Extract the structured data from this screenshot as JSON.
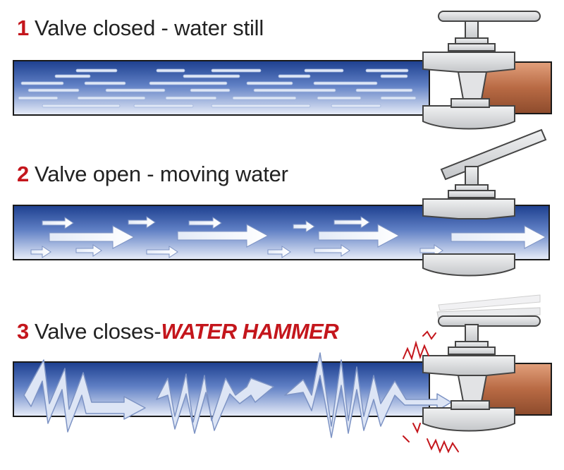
{
  "steps": [
    {
      "number": "1",
      "text": "Valve closed - water still",
      "highlight": ""
    },
    {
      "number": "2",
      "text": "Valve open - moving water",
      "highlight": ""
    },
    {
      "number": "3",
      "text": "Valve closes-",
      "highlight": "WATER HAMMER"
    }
  ],
  "colors": {
    "water_dark": "#1d3f8f",
    "water_light": "#e9eef9",
    "copper": "#c0734e",
    "valve_gray": "#d9dadc",
    "label_red": "#c4161c"
  },
  "icons": [
    "valve-icon",
    "flow-arrow-icon",
    "shock-wave-icon",
    "vibration-icon"
  ]
}
